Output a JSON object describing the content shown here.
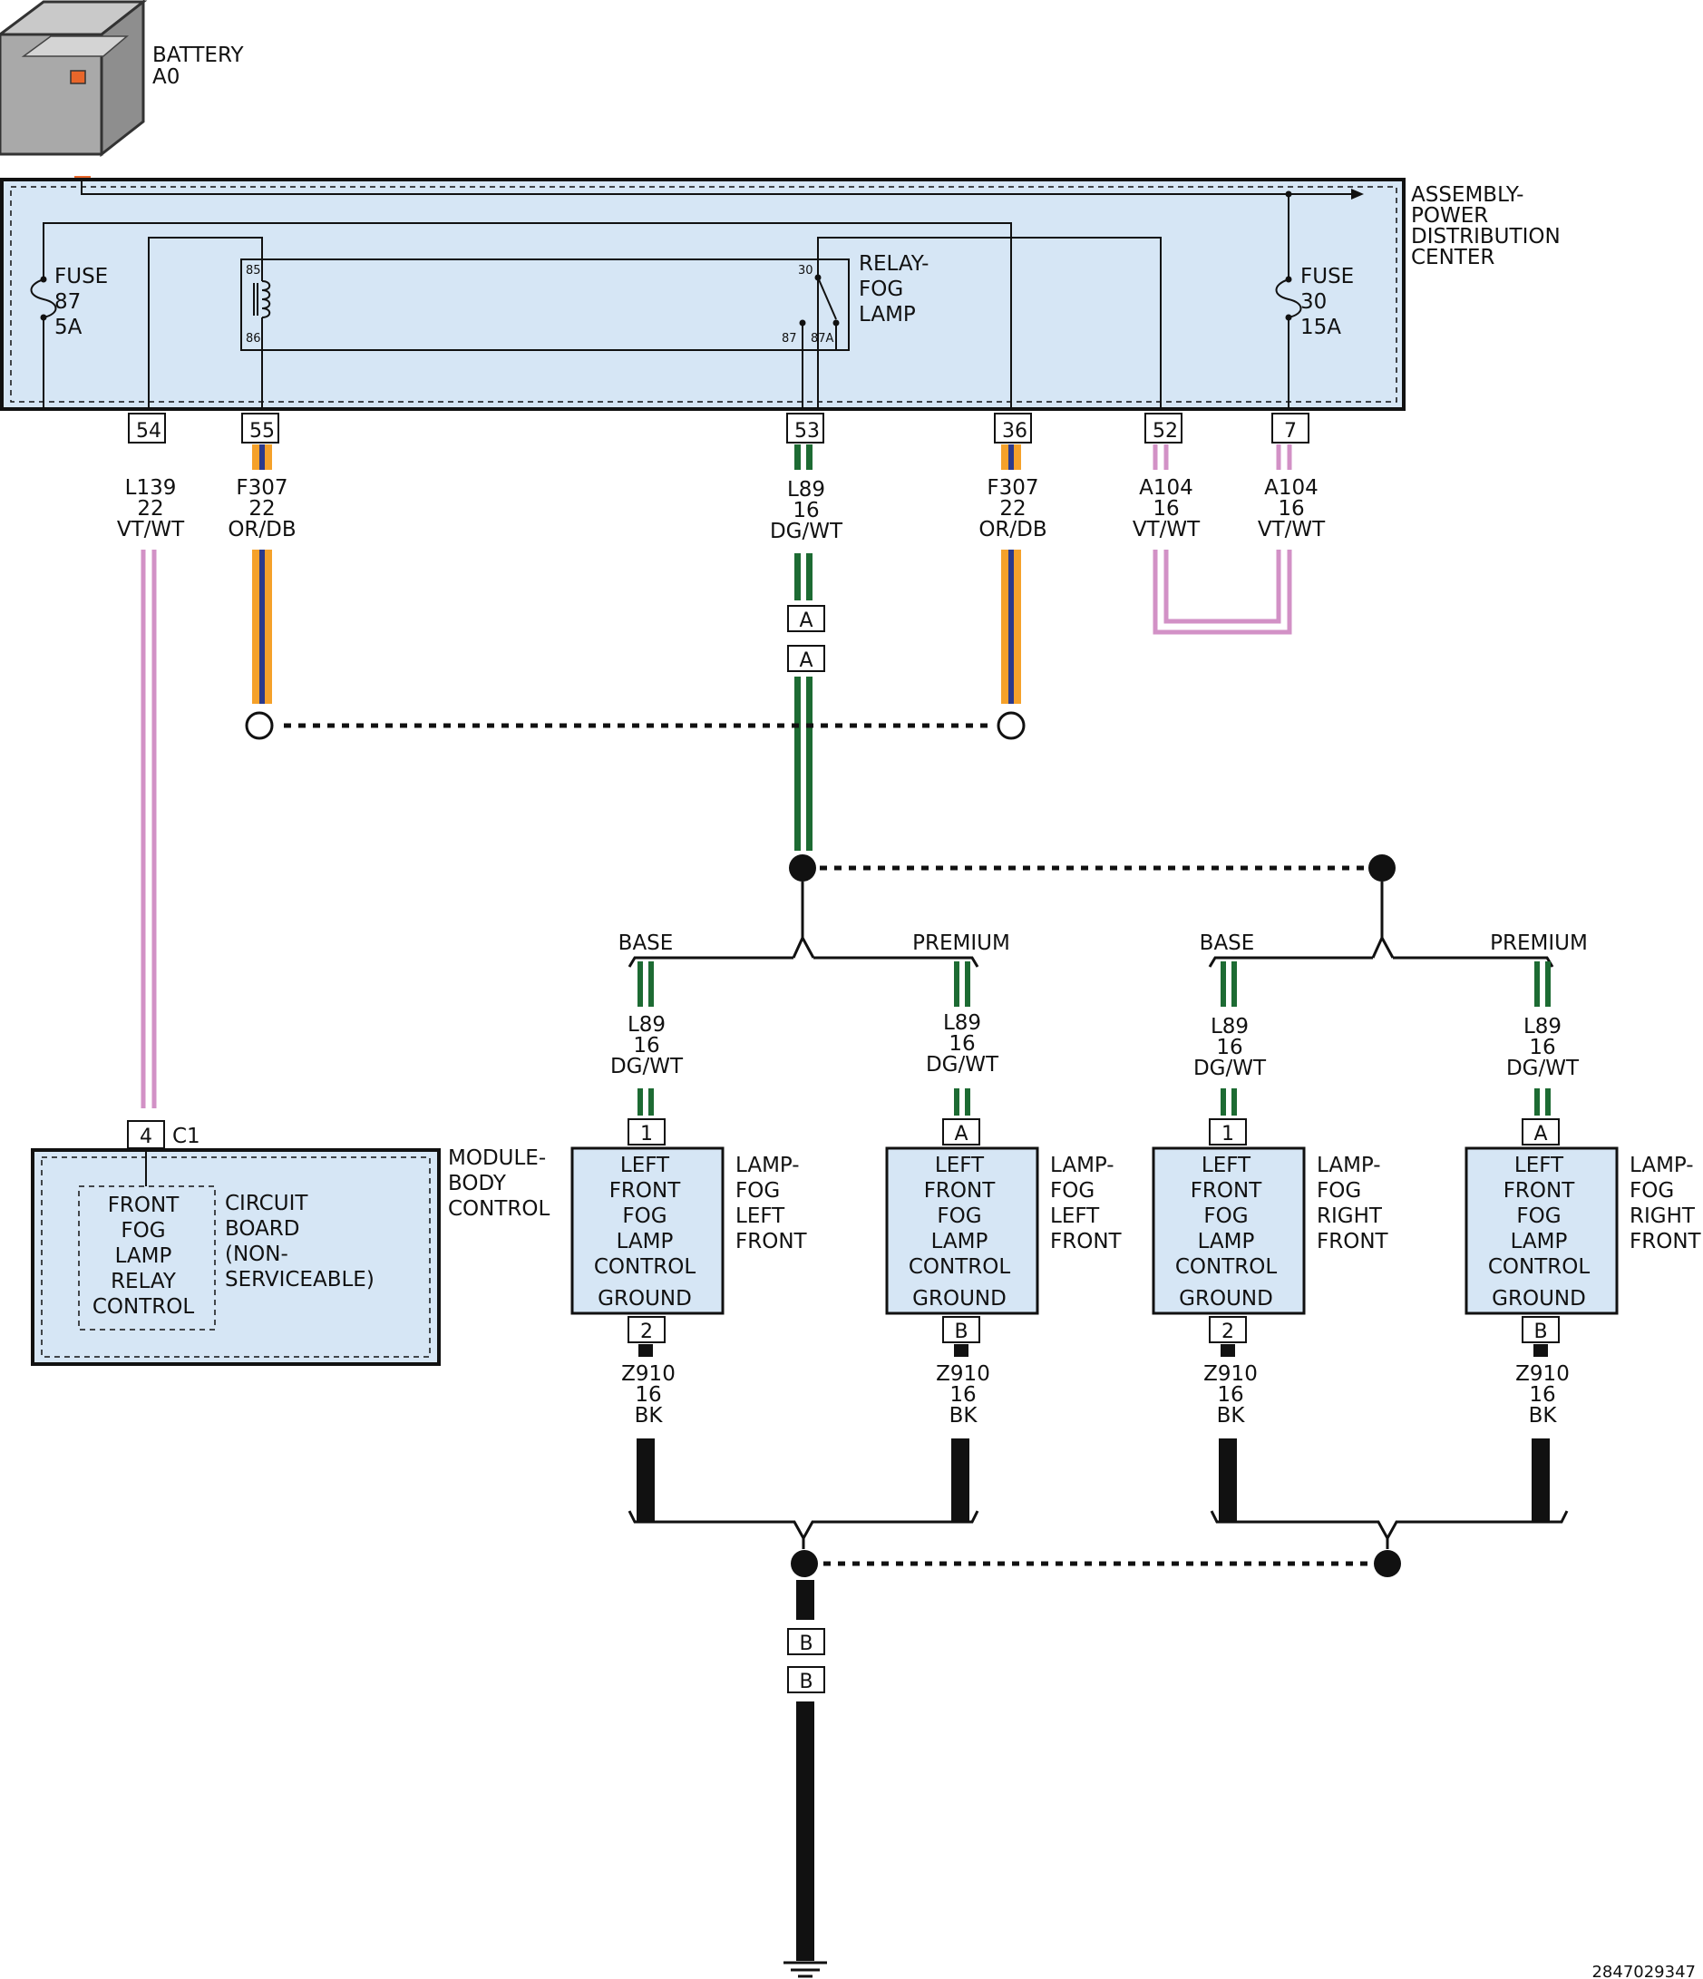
{
  "battery": {
    "name": "BATTERY",
    "id": "A0"
  },
  "pdc": {
    "name": [
      "ASSEMBLY-",
      "POWER",
      "DISTRIBUTION",
      "CENTER"
    ]
  },
  "fuse87": {
    "label": "FUSE",
    "number": "87",
    "rating": "5A"
  },
  "fuse30": {
    "label": "FUSE",
    "number": "30",
    "rating": "15A"
  },
  "relay": {
    "name": [
      "RELAY-",
      "FOG",
      "LAMP"
    ],
    "terminals": [
      "85",
      "86",
      "30",
      "87",
      "87A"
    ]
  },
  "pdc_pins": [
    "54",
    "55",
    "53",
    "36",
    "52",
    "7"
  ],
  "wires": {
    "l139_22": [
      "L139",
      "22",
      "VT/WT"
    ],
    "f307_a": [
      "F307",
      "22",
      "OR/DB"
    ],
    "l89_main": [
      "L89",
      "16",
      "DG/WT"
    ],
    "f307_b": [
      "F307",
      "22",
      "OR/DB"
    ],
    "a104_a": [
      "A104",
      "16",
      "VT/WT"
    ],
    "a104_b": [
      "A104",
      "16",
      "VT/WT"
    ]
  },
  "inline_connector_a": [
    "A",
    "A"
  ],
  "inline_connector_b": [
    "B",
    "B"
  ],
  "branch_labels": [
    "BASE",
    "PREMIUM",
    "BASE",
    "PREMIUM"
  ],
  "branch_wire": [
    "L89",
    "16",
    "DG/WT"
  ],
  "bcm": {
    "name": [
      "MODULE-",
      "BODY",
      "CONTROL"
    ],
    "pin": "4",
    "connector": "C1",
    "inner": [
      "FRONT",
      "FOG",
      "LAMP",
      "RELAY",
      "CONTROL"
    ],
    "board": [
      "CIRCUIT",
      "BOARD",
      "(NON-",
      "SERVICEABLE)"
    ]
  },
  "lamps": [
    {
      "top_pin": "1",
      "bottom_pin": "2",
      "inner": [
        "LEFT",
        "FRONT",
        "FOG",
        "LAMP",
        "CONTROL",
        "GROUND"
      ],
      "name": [
        "LAMP-",
        "FOG",
        "LEFT",
        "FRONT"
      ]
    },
    {
      "top_pin": "A",
      "bottom_pin": "B",
      "inner": [
        "LEFT",
        "FRONT",
        "FOG",
        "LAMP",
        "CONTROL",
        "GROUND"
      ],
      "name": [
        "LAMP-",
        "FOG",
        "LEFT",
        "FRONT"
      ]
    },
    {
      "top_pin": "1",
      "bottom_pin": "2",
      "inner": [
        "LEFT",
        "FRONT",
        "FOG",
        "LAMP",
        "CONTROL",
        "GROUND"
      ],
      "name": [
        "LAMP-",
        "FOG",
        "RIGHT",
        "FRONT"
      ]
    },
    {
      "top_pin": "A",
      "bottom_pin": "B",
      "inner": [
        "LEFT",
        "FRONT",
        "FOG",
        "LAMP",
        "CONTROL",
        "GROUND"
      ],
      "name": [
        "LAMP-",
        "FOG",
        "RIGHT",
        "FRONT"
      ]
    }
  ],
  "ground_wire": [
    "Z910",
    "16",
    "BK"
  ],
  "doc_number": "2847029347",
  "colors": {
    "violet": "#d291c6",
    "orange": "#f5a12a",
    "dark_blue": "#2b3a8c",
    "dark_green": "#1d6b33",
    "black": "#111111",
    "box_fill": "#d6e6f5",
    "terminal_orange": "#e8662a"
  }
}
